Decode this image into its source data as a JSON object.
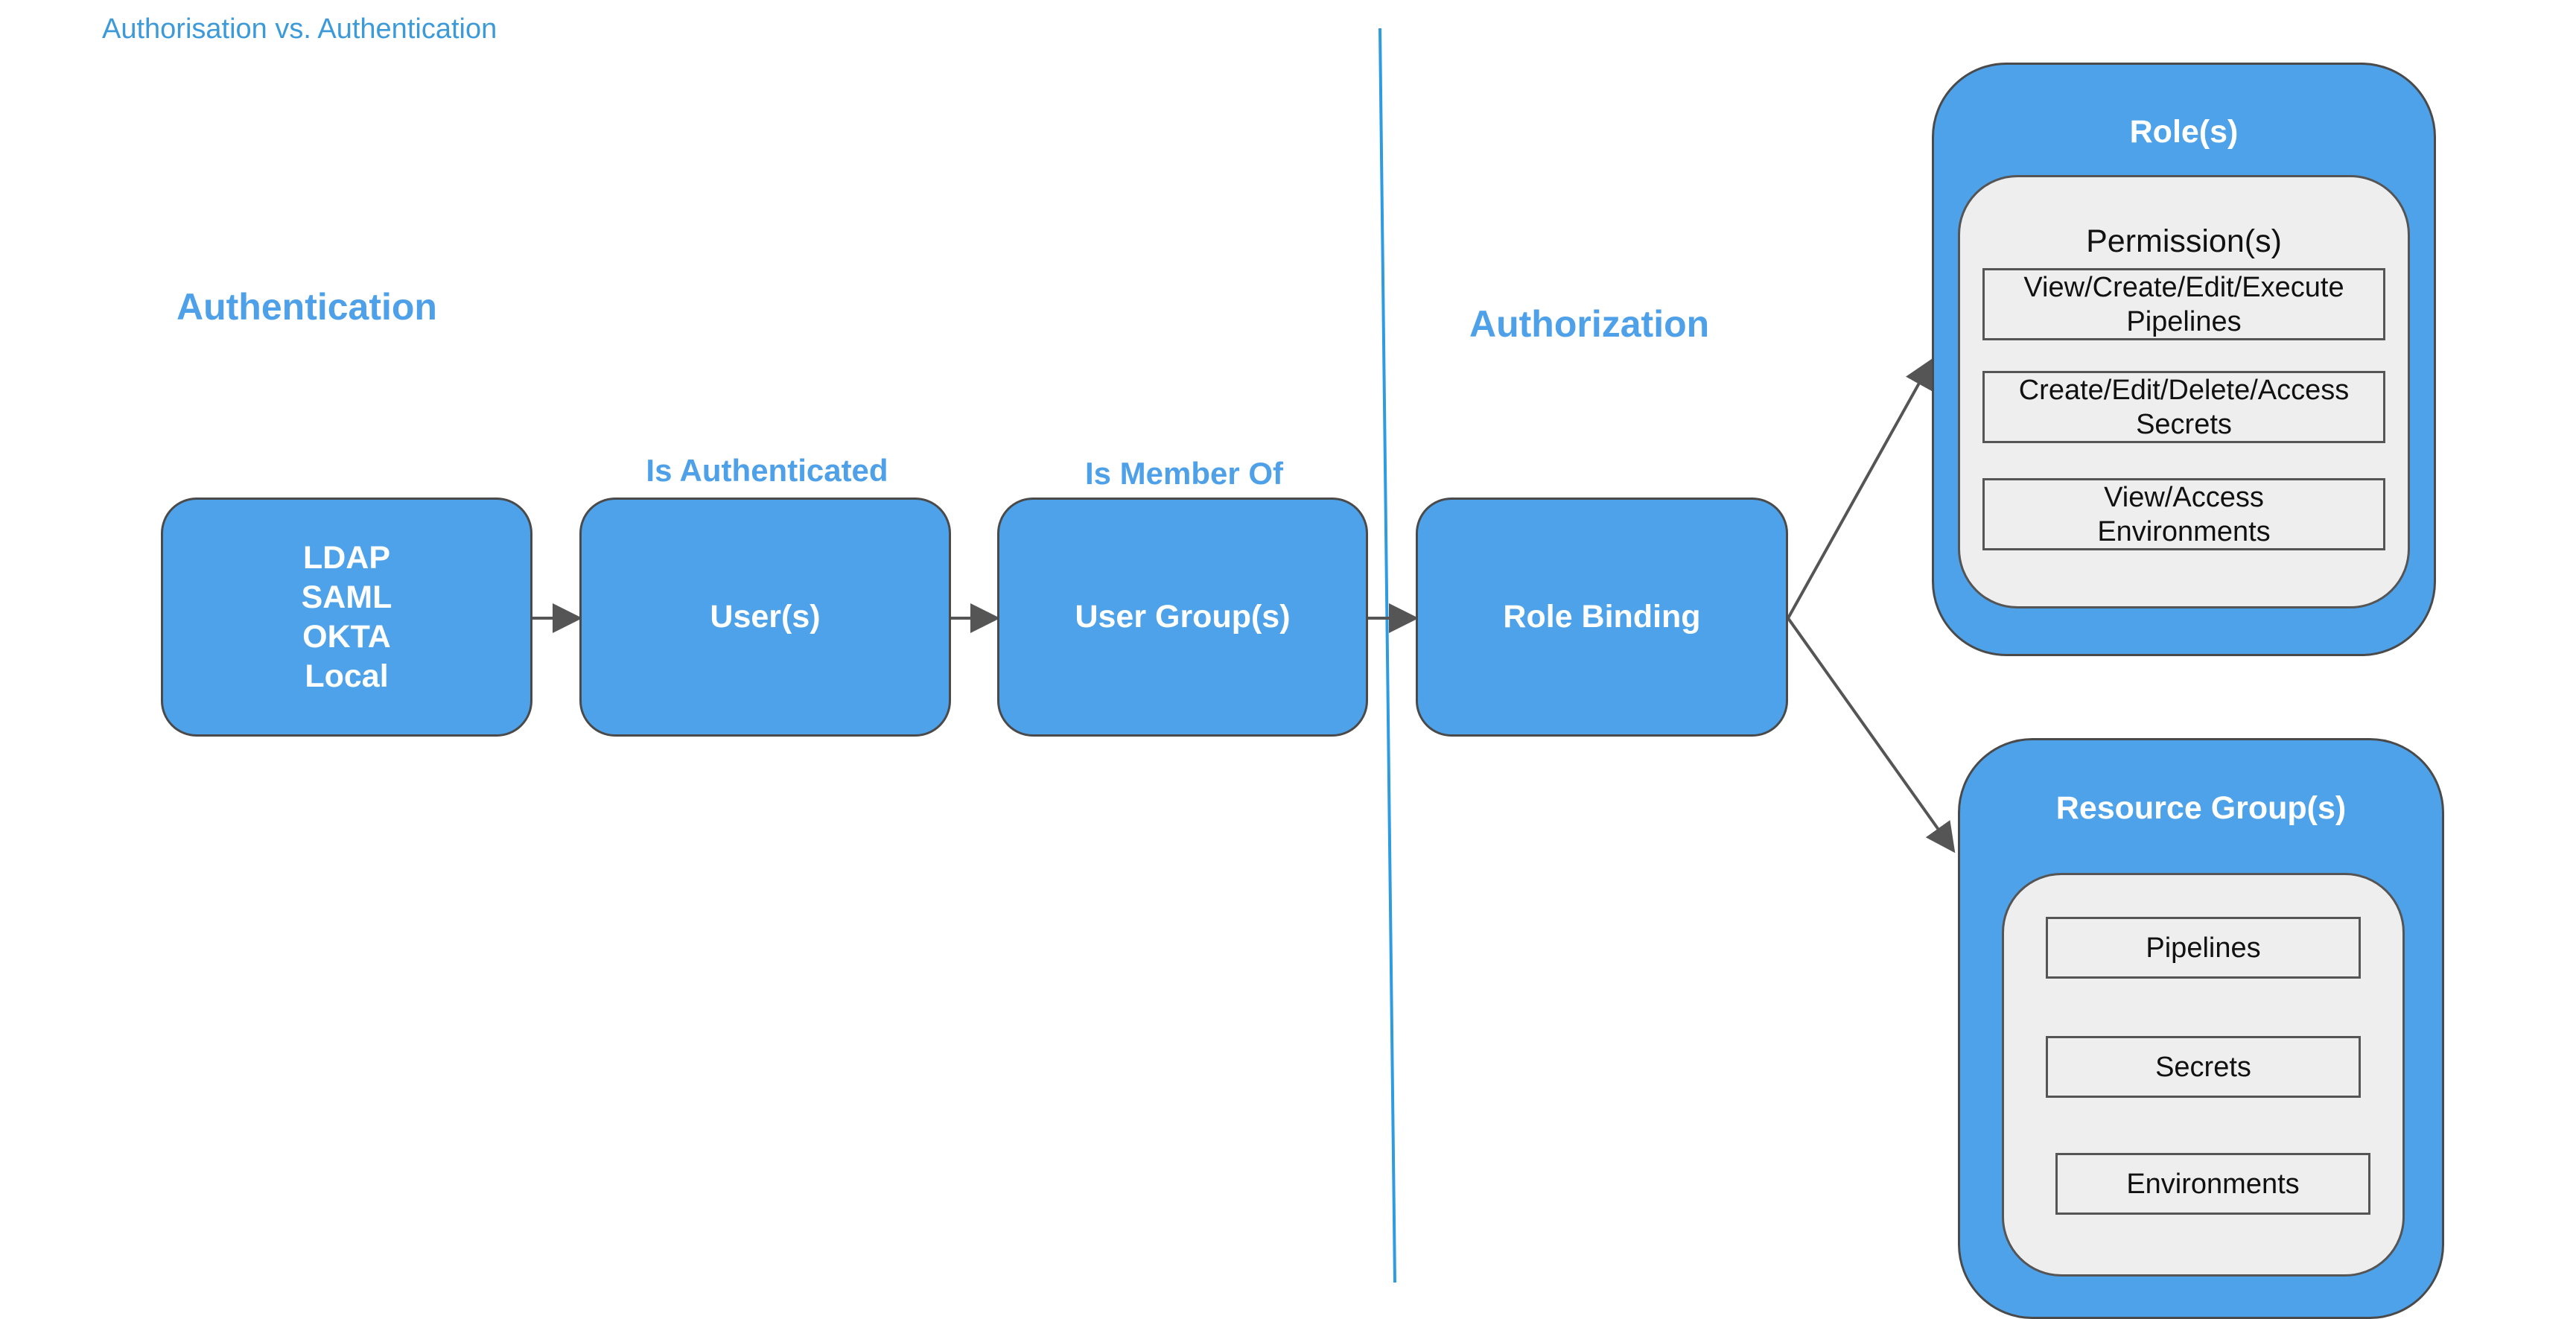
{
  "header": {
    "title": "Authorisation vs. Authentication"
  },
  "sections": {
    "authentication": "Authentication",
    "authorization": "Authorization"
  },
  "edge_labels": {
    "is_authenticated": "Is Authenticated",
    "is_member_of": "Is Member Of"
  },
  "nodes": {
    "identity_providers": [
      "LDAP",
      "SAML",
      "OKTA",
      "Local"
    ],
    "users": "User(s)",
    "user_groups": "User Group(s)",
    "role_binding": "Role Binding"
  },
  "roles": {
    "title": "Role(s)",
    "permissions": {
      "title": "Permission(s)",
      "items": [
        [
          "View/Create/Edit/Execute",
          "Pipelines"
        ],
        [
          "Create/Edit/Delete/Access",
          "Secrets"
        ],
        [
          "View/Access",
          "Environments"
        ]
      ]
    }
  },
  "resource_groups": {
    "title": "Resource Group(s)",
    "items": [
      "Pipelines",
      "Secrets",
      "Environments"
    ]
  },
  "colors": {
    "node_fill": "#4ea2ea",
    "accent_text": "#4ea1e8",
    "divider": "#2f9be0",
    "inner_fill": "#eeeeee",
    "edge": "#555555"
  }
}
